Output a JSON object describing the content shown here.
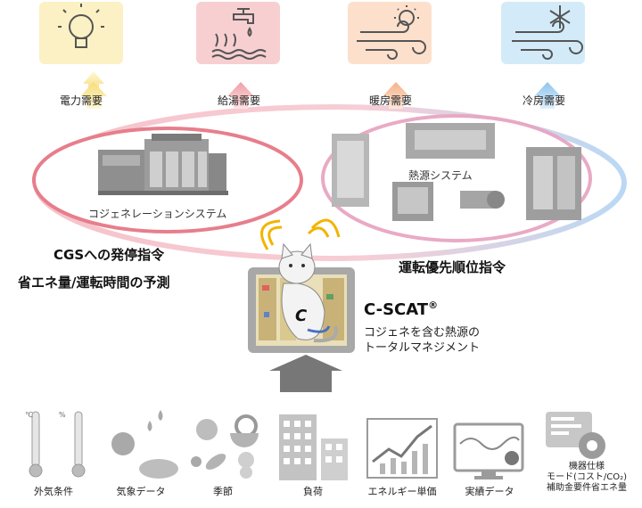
{
  "demands": [
    {
      "label": "電力需要",
      "icon": "lightbulb-icon",
      "color": "#fbf1c4"
    },
    {
      "label": "給湯需要",
      "icon": "faucet-icon",
      "color": "#f8cfd1"
    },
    {
      "label": "暖房需要",
      "icon": "sun-wind-icon",
      "color": "#fde0cc"
    },
    {
      "label": "冷房需要",
      "icon": "snow-wind-icon",
      "color": "#d3ebf8"
    }
  ],
  "systems": {
    "cgs_label": "コジェネレーションシステム",
    "heat_label": "熱源システム"
  },
  "commands": {
    "cgs_command": "CGSへの発停指令",
    "prediction": "省エネ量/運転時間の予測",
    "priority_command": "運転優先順位指令"
  },
  "controller": {
    "name": "C-SCAT",
    "registered": "®",
    "description_line1": "コジェネを含む熱源の",
    "description_line2": "トータルマネジメント",
    "badge": "C"
  },
  "inputs": [
    {
      "label": "外気条件",
      "icon": "thermometer-icon"
    },
    {
      "label": "気象データ",
      "icon": "weather-icon"
    },
    {
      "label": "季節",
      "icon": "season-icon"
    },
    {
      "label": "負荷",
      "icon": "building-icon"
    },
    {
      "label": "エネルギー単価",
      "icon": "price-chart-icon"
    },
    {
      "label": "実績データ",
      "icon": "monitor-chart-icon"
    },
    {
      "label": "機器仕様",
      "icon": "settings-gear-icon"
    },
    {
      "label": "モード(コスト/CO₂)",
      "icon": ""
    },
    {
      "label": "補助金要件省エネ量",
      "icon": ""
    }
  ],
  "thermo_scales": {
    "left": "℃",
    "right": "%"
  }
}
